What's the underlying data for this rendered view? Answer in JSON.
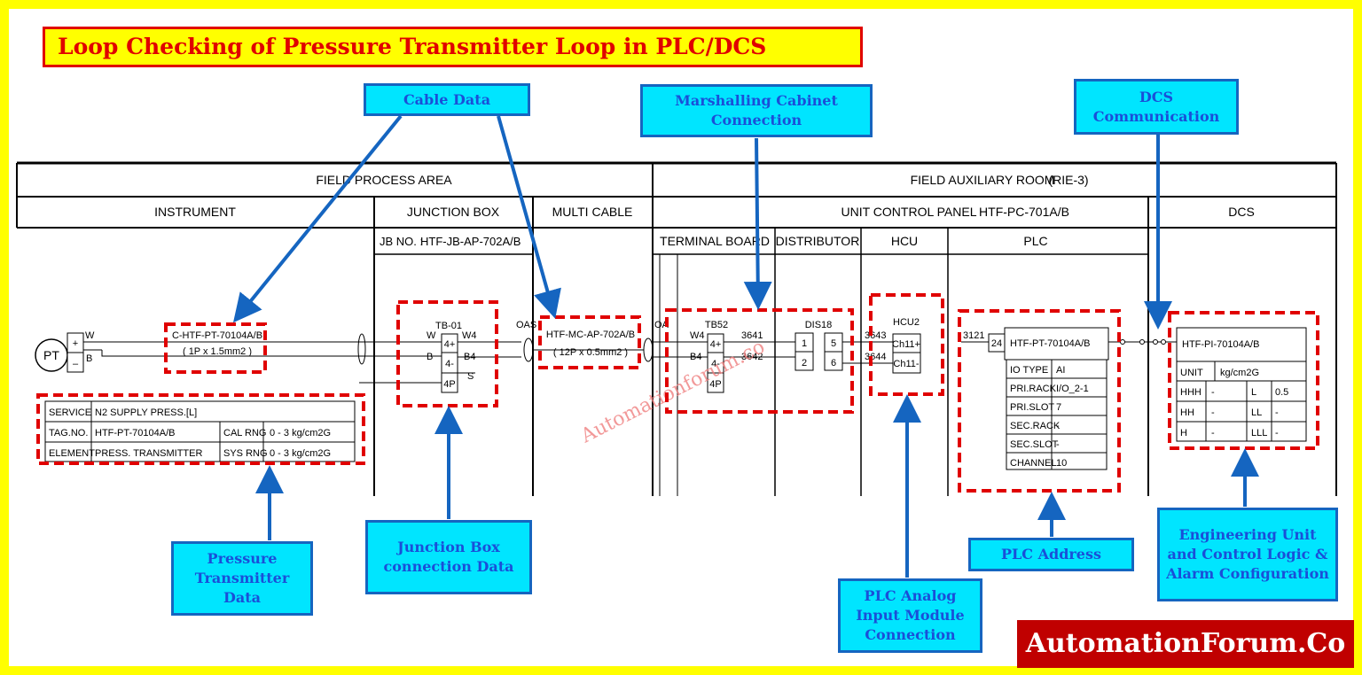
{
  "title": "Loop Checking of Pressure Transmitter Loop in PLC/DCS",
  "brand": "AutomationForum.Co",
  "watermark": "Automationforum.co",
  "colors": {
    "callout_bg": "#00e5ff",
    "callout_border": "#1565c0",
    "callout_text": "#1a4fd8",
    "highlight": "#e00000",
    "frame": "#ffff00",
    "brand_bg": "#c00000"
  },
  "callouts": {
    "cable_data": "Cable Data",
    "marshalling": "Marshalling Cabinet Connection",
    "dcs_comm": "DCS Communication",
    "pt_data": "Pressure Transmitter Data",
    "jb_data": "Junction Box connection Data",
    "plc_ai": "PLC Analog Input Module Connection",
    "plc_address": "PLC Address",
    "eng_unit": "Engineering Unit and Control Logic & Alarm Configuration"
  },
  "diagram": {
    "header": {
      "field_process_area": "FIELD PROCESS AREA",
      "field_aux_room": "FIELD AUXILIARY ROOM",
      "rie": "(RIE-3)",
      "instrument": "INSTRUMENT",
      "junction_box": "JUNCTION BOX",
      "multi_cable": "MULTI CABLE",
      "unit_control_panel": "UNIT CONTROL PANEL",
      "panel_tag": "HTF-PC-701A/B",
      "dcs": "DCS",
      "jb_no_label": "JB NO. :",
      "jb_no": "HTF-JB-AP-702A/B",
      "terminal_board": "TERMINAL BOARD",
      "distributor": "DISTRIBUTOR",
      "hcu": "HCU",
      "plc": "PLC"
    },
    "instrument": {
      "symbol": "PT",
      "plus": "+",
      "minus": "–",
      "w": "W",
      "b": "B",
      "cable_tag": "C-HTF-PT-70104A/B",
      "cable_size": "( 1P x 1.5mm2 )"
    },
    "info_table": {
      "service_label": "SERVICE",
      "service": "N2 SUPPLY PRESS.[L]",
      "tag_label": "TAG.NO.",
      "tag": "HTF-PT-70104A/B",
      "cal_rng_label": "CAL RNG",
      "cal_rng": "0 - 3 kg/cm2G",
      "element_label": "ELEMENT",
      "element": "PRESS. TRANSMITTER",
      "sys_rng_label": "SYS RNG",
      "sys_rng": "0 - 3 kg/cm2G"
    },
    "jb": {
      "tb": "TB-01",
      "w": "W",
      "w4": "W4",
      "b": "B",
      "b4": "B4",
      "s": "S",
      "t1": "4+",
      "t2": "4-",
      "t3": "4P"
    },
    "multi": {
      "oas": "OAS",
      "tag": "HTF-MC-AP-702A/B",
      "size": "( 12P x 0.5mm2 )"
    },
    "tb52": {
      "oa": "OA",
      "name": "TB52",
      "w4": "W4",
      "b4": "B4",
      "t1": "4+",
      "t2": "4-",
      "t3": "4P",
      "w1": "3641",
      "w2": "3642"
    },
    "dis": {
      "name": "DIS18",
      "a": "1",
      "b": "5",
      "c": "2",
      "d": "6"
    },
    "hcu": {
      "w1": "3643",
      "w2": "3644",
      "name": "HCU2",
      "ch1": "Ch11+",
      "ch2": "Ch11-"
    },
    "plc": {
      "wire": "3121",
      "term": "24",
      "tag": "HTF-PT-70104A/B",
      "rows": [
        [
          "IO TYPE",
          "AI"
        ],
        [
          "PRI.RACK",
          "I/O_2-1"
        ],
        [
          "PRI.SLOT",
          "7"
        ],
        [
          "SEC.RACK",
          "-"
        ],
        [
          "SEC.SLOT",
          "-"
        ],
        [
          "CHANNEL",
          "10"
        ]
      ]
    },
    "dcs": {
      "tag": "HTF-PI-70104A/B",
      "unit_label": "UNIT",
      "unit": "kg/cm2G",
      "alarms": [
        [
          "HHH",
          "-",
          "L",
          "0.5"
        ],
        [
          "HH",
          "-",
          "LL",
          "-"
        ],
        [
          "H",
          "-",
          "LLL",
          "-"
        ]
      ]
    }
  }
}
